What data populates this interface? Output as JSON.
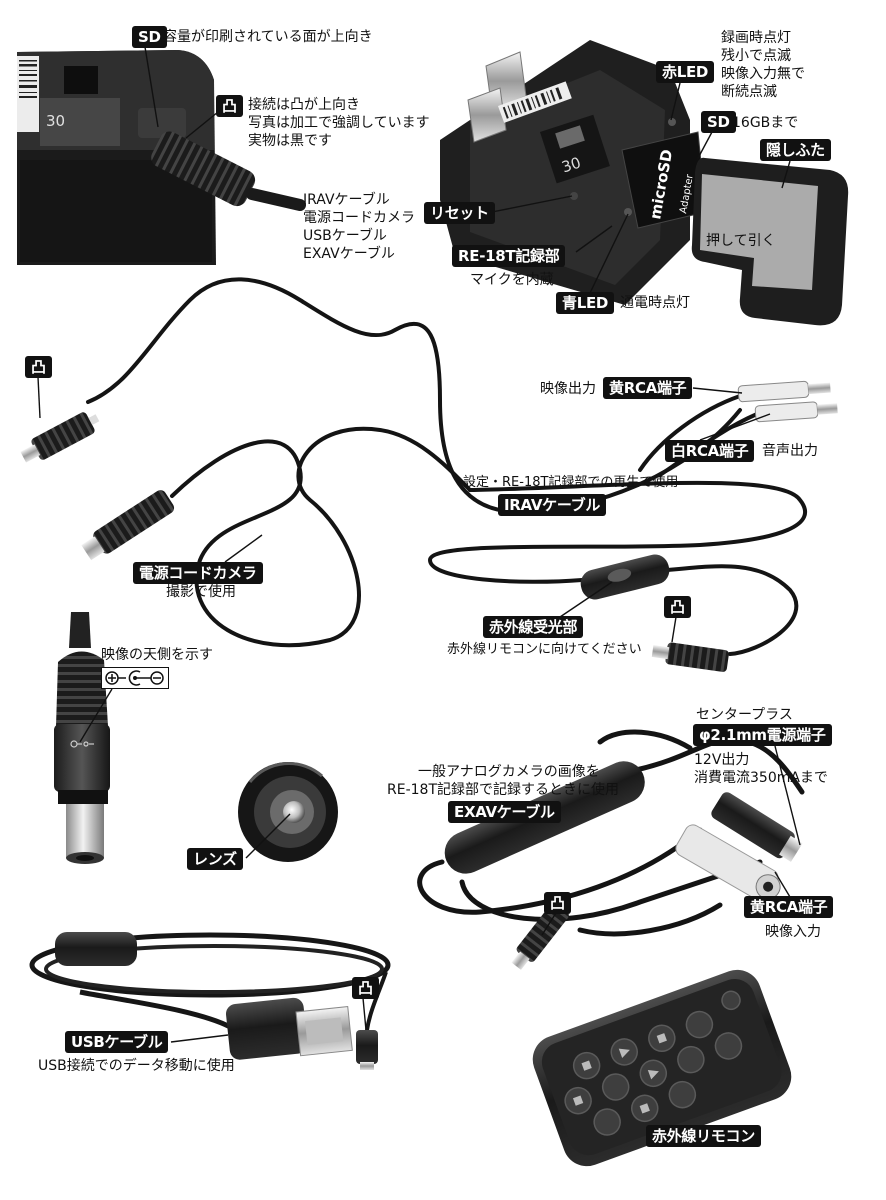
{
  "colors": {
    "background": "#ffffff",
    "badge": "#111111",
    "badge_text": "#ffffff"
  },
  "recorder_closeup": {
    "sd_badge": "SD",
    "sd_note": "容量が印刷されている面が上向き",
    "convex_badge": "凸",
    "convex_notes": [
      "接続は凸が上向き",
      "写真は加工で強調しています",
      "実物は黒です"
    ],
    "connectable_cables": [
      "IRAVケーブル",
      "電源コードカメラ",
      "USBケーブル",
      "EXAVケーブル"
    ],
    "display_number": "30"
  },
  "recorder_unit": {
    "red_led_notes": [
      "録画時点灯",
      "残小で点滅",
      "映像入力無で",
      "断続点滅"
    ],
    "red_led_badge": "赤LED",
    "sd_badge": "SD",
    "sd_capacity": "16GBまで",
    "cover_badge": "隠しふた",
    "cover_instruction": "押して引く",
    "reset_badge": "リセット",
    "unit_badge": "RE-18T記録部",
    "unit_note": "マイクを内蔵",
    "blue_led_badge": "青LED",
    "blue_led_note": "通電時点灯",
    "display_number": "30",
    "card_logo": "microSD",
    "card_label": "Adapter"
  },
  "irav_cable": {
    "convex_badge_left": "凸",
    "video_out_note": "映像出力",
    "yellow_rca_badge": "黄RCA端子",
    "white_rca_badge": "白RCA端子",
    "audio_out_note": "音声出力",
    "usage_note": "設定・RE-18T記録部での再生で使用",
    "name_badge": "IRAVケーブル",
    "convex_badge_right": "凸",
    "ir_receiver_badge": "赤外線受光部",
    "ir_receiver_note": "赤外線リモコンに向けてください"
  },
  "power_cord_camera": {
    "name_badge": "電源コードカメラ",
    "usage_note": "撮影で使用",
    "top_side_note": "映像の天側を示す",
    "lens_badge": "レンズ"
  },
  "exav_cable": {
    "center_plus_note": "センタープラス",
    "power_jack_badge": "φ2.1mm電源端子",
    "power_specs": [
      "12V出力",
      "消費電流350mAまで"
    ],
    "usage_notes": [
      "一般アナログカメラの画像を",
      "RE-18T記録部で記録するときに使用"
    ],
    "name_badge": "EXAVケーブル",
    "convex_badge": "凸",
    "yellow_rca_badge": "黄RCA端子",
    "video_in_note": "映像入力"
  },
  "usb_cable": {
    "convex_badge": "凸",
    "name_badge": "USBケーブル",
    "usage_note": "USB接続でのデータ移動に使用"
  },
  "remote": {
    "name_badge": "赤外線リモコン"
  }
}
